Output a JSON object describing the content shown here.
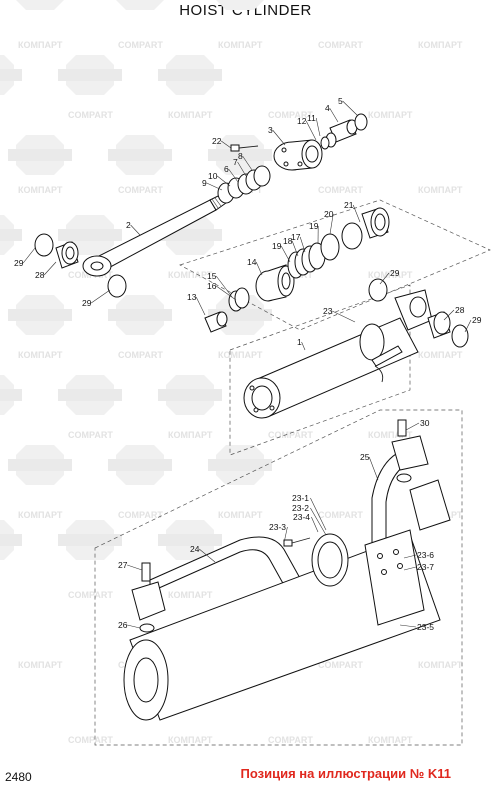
{
  "title": "HOIST CYLINDER",
  "page_number": "2480",
  "position_note": "Позиция на иллюстрации № K11",
  "watermark": [
    "КОМПАРТ",
    "COMPART"
  ],
  "callouts": [
    "1",
    "2",
    "3",
    "4",
    "5",
    "6",
    "7",
    "8",
    "9",
    "10",
    "11",
    "12",
    "13",
    "14",
    "15",
    "16",
    "17",
    "18",
    "19",
    "20",
    "21",
    "22",
    "23",
    "23-1",
    "23-2",
    "23-3",
    "23-4",
    "23-5",
    "23-6",
    "23-7",
    "24",
    "25",
    "26",
    "27",
    "28",
    "29",
    "30"
  ],
  "colors": {
    "position_text": "#e0281e",
    "watermark": "#e2e2e2",
    "line": "#222222"
  }
}
